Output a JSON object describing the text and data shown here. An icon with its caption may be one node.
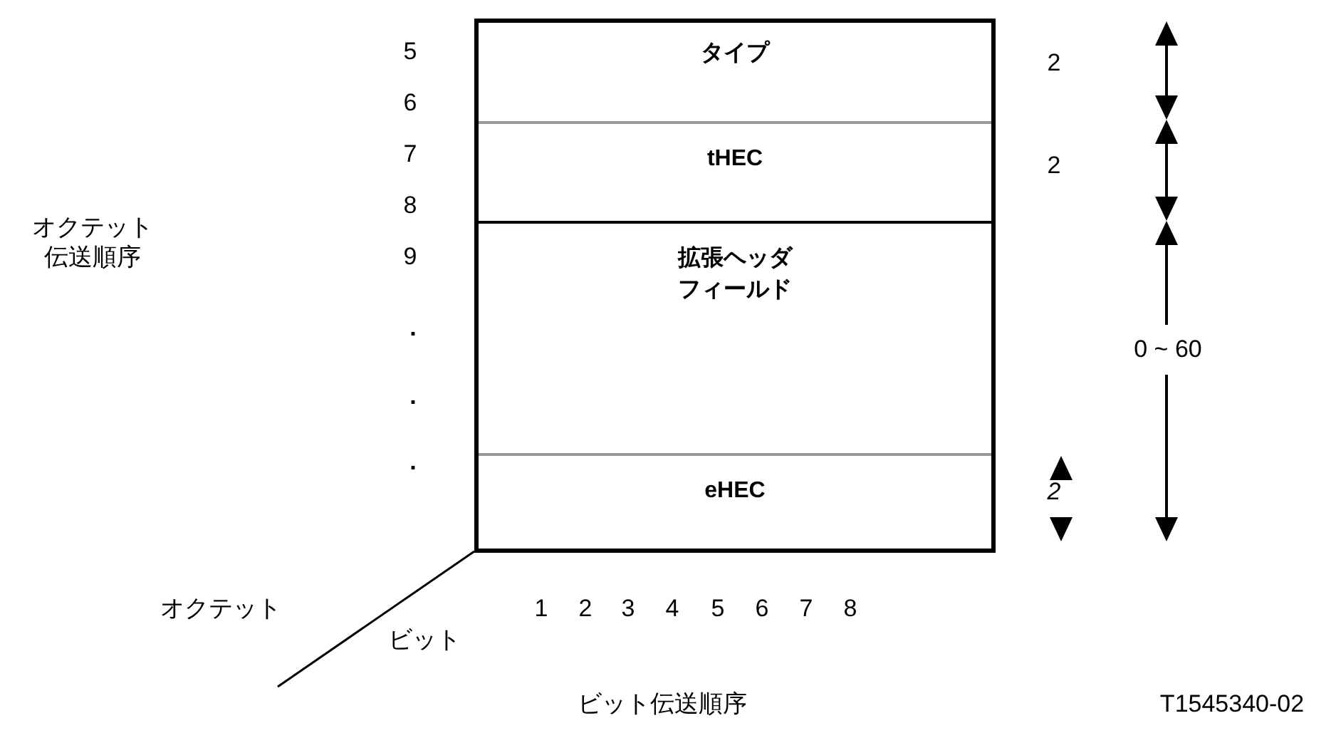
{
  "diagram": {
    "nodes": [
      {
        "text": [
          "タイプ"
        ]
      },
      {
        "text": [
          "tHEC"
        ]
      },
      {
        "text": [
          "拡張ヘッダフィールド"
        ]
      },
      {
        "text": [
          "eHEC"
        ]
      }
    ],
    "labels": [
      "5",
      "6",
      "7",
      "8",
      "9",
      ".",
      ".",
      ".",
      "オクテット伝送順序",
      "2",
      "2",
      "0 ~ 60",
      "*2*",
      "オクテット",
      "ビット",
      "1",
      "2",
      "3",
      "4",
      "5",
      "6",
      "7",
      "8",
      "ビット伝送順序",
      "T1545340-02"
    ]
  }
}
